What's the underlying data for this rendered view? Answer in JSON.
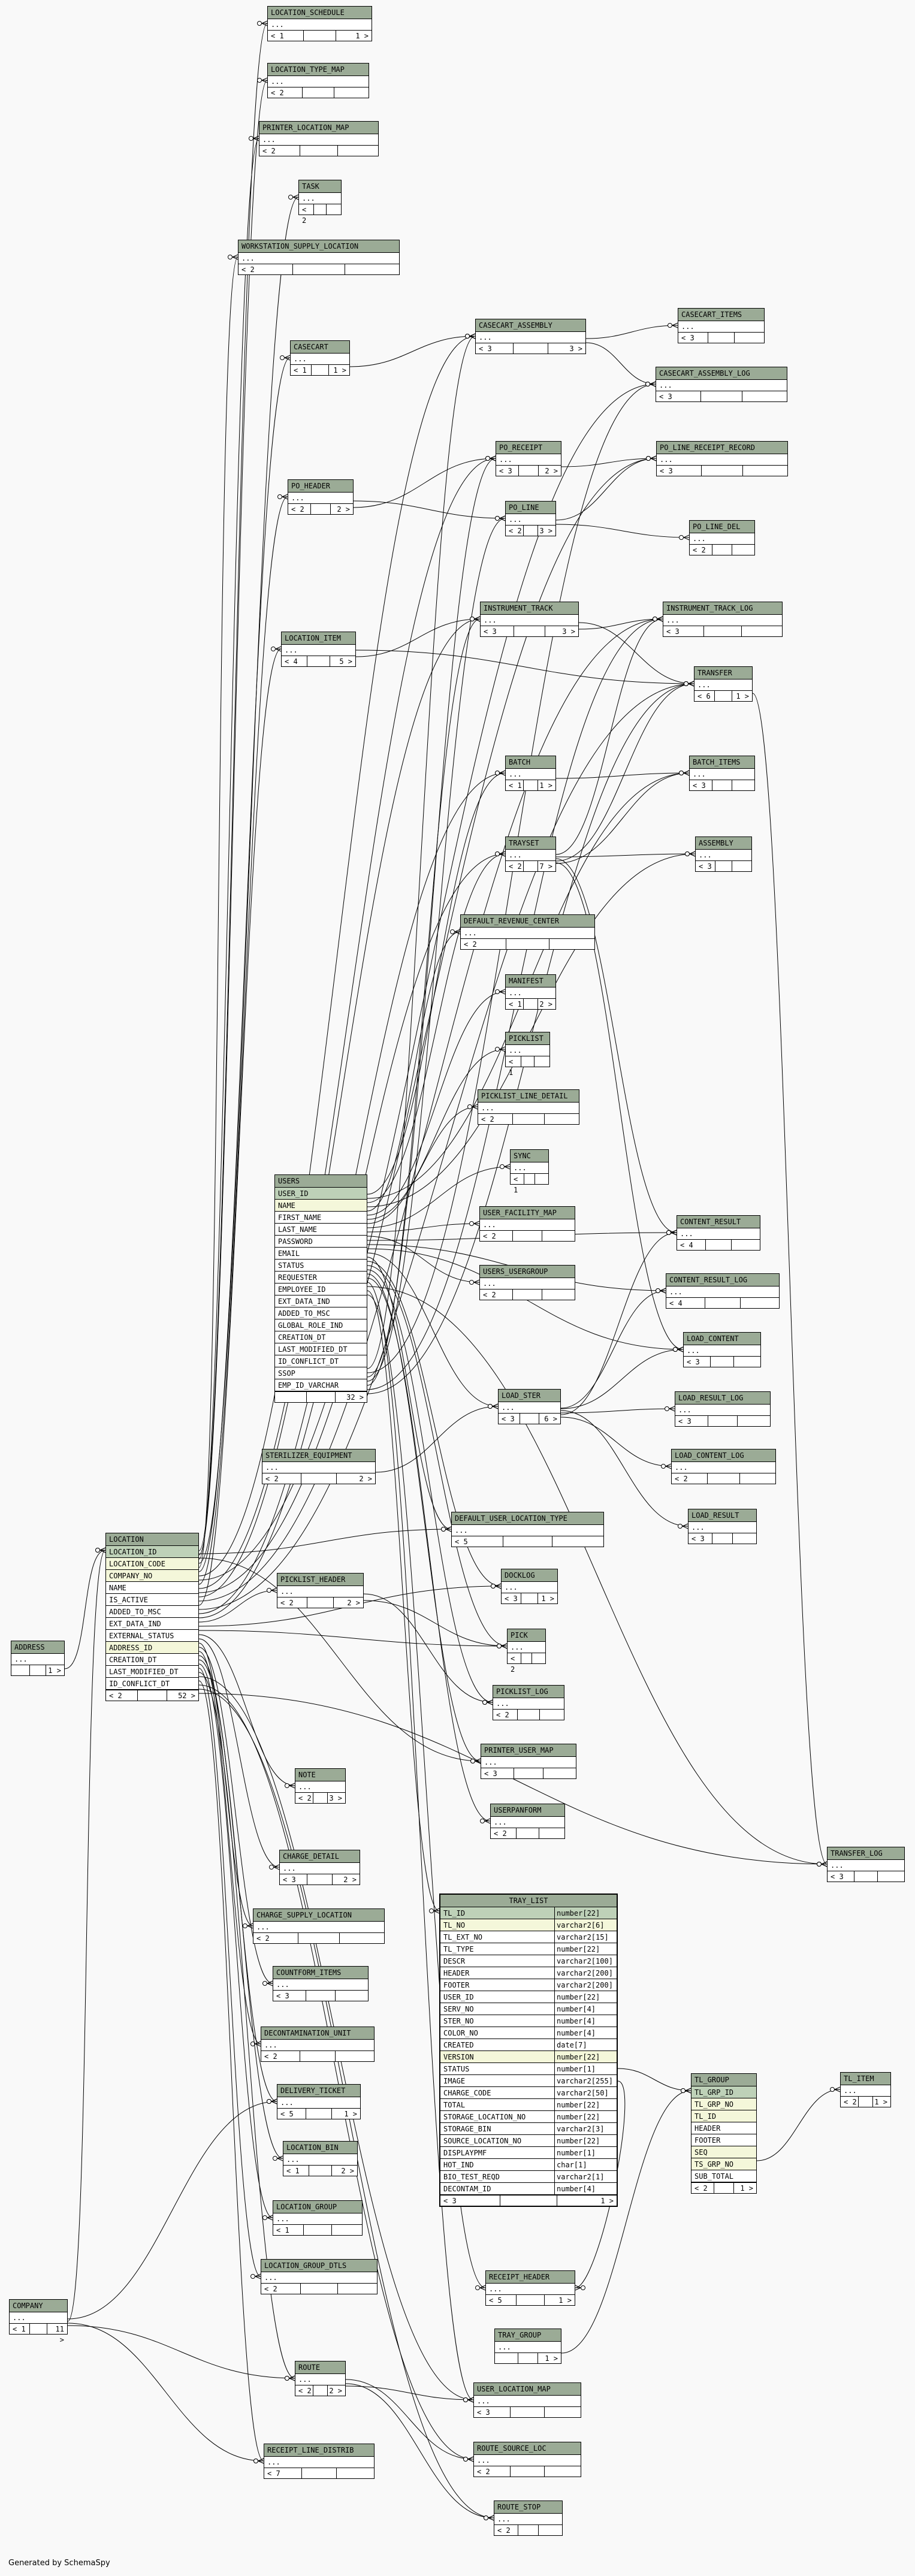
{
  "footer": "Generated by SchemaSpy",
  "colors": {
    "header": "#9bab96",
    "primary_key_row": "#bed1b8",
    "foreign_key_row": "#f4f7da",
    "background": "#f9f9f9"
  },
  "tables": [
    {
      "id": "location_schedule",
      "name": "LOCATION_SCHEDULE",
      "more": "...",
      "foot": [
        "< 1",
        "",
        "1 >"
      ]
    },
    {
      "id": "location_type_map",
      "name": "LOCATION_TYPE_MAP",
      "more": "...",
      "foot": [
        "< 2",
        "",
        ""
      ]
    },
    {
      "id": "printer_location_map",
      "name": "PRINTER_LOCATION_MAP",
      "more": "...",
      "foot": [
        "< 2",
        "",
        ""
      ]
    },
    {
      "id": "task",
      "name": "TASK",
      "more": "...",
      "foot": [
        "< 2",
        "",
        ""
      ]
    },
    {
      "id": "workstation_supply_location",
      "name": "WORKSTATION_SUPPLY_LOCATION",
      "more": "...",
      "foot": [
        "< 2",
        "",
        ""
      ]
    },
    {
      "id": "casecart_items",
      "name": "CASECART_ITEMS",
      "more": "...",
      "foot": [
        "< 3",
        "",
        ""
      ]
    },
    {
      "id": "casecart_assembly",
      "name": "CASECART_ASSEMBLY",
      "more": "...",
      "foot": [
        "< 3",
        "",
        "3 >"
      ]
    },
    {
      "id": "casecart",
      "name": "CASECART",
      "more": "...",
      "foot": [
        "< 1",
        "",
        "1 >"
      ]
    },
    {
      "id": "casecart_assembly_log",
      "name": "CASECART_ASSEMBLY_LOG",
      "more": "...",
      "foot": [
        "< 3",
        "",
        ""
      ]
    },
    {
      "id": "po_receipt",
      "name": "PO_RECEIPT",
      "more": "...",
      "foot": [
        "< 3",
        "",
        "2 >"
      ]
    },
    {
      "id": "po_line_receipt_record",
      "name": "PO_LINE_RECEIPT_RECORD",
      "more": "...",
      "foot": [
        "< 3",
        "",
        ""
      ]
    },
    {
      "id": "po_header",
      "name": "PO_HEADER",
      "more": "...",
      "foot": [
        "< 2",
        "",
        "2 >"
      ]
    },
    {
      "id": "po_line",
      "name": "PO_LINE",
      "more": "...",
      "foot": [
        "< 2",
        "",
        "3 >"
      ]
    },
    {
      "id": "po_line_del",
      "name": "PO_LINE_DEL",
      "more": "...",
      "foot": [
        "< 2",
        "",
        ""
      ]
    },
    {
      "id": "instrument_track",
      "name": "INSTRUMENT_TRACK",
      "more": "...",
      "foot": [
        "< 3",
        "",
        "3 >"
      ]
    },
    {
      "id": "instrument_track_log",
      "name": "INSTRUMENT_TRACK_LOG",
      "more": "...",
      "foot": [
        "< 3",
        "",
        ""
      ]
    },
    {
      "id": "location_item",
      "name": "LOCATION_ITEM",
      "more": "...",
      "foot": [
        "< 4",
        "",
        "5 >"
      ]
    },
    {
      "id": "transfer",
      "name": "TRANSFER",
      "more": "...",
      "foot": [
        "< 6",
        "",
        "1 >"
      ]
    },
    {
      "id": "batch",
      "name": "BATCH",
      "more": "...",
      "foot": [
        "< 1",
        "",
        "1 >"
      ]
    },
    {
      "id": "batch_items",
      "name": "BATCH_ITEMS",
      "more": "...",
      "foot": [
        "< 3",
        "",
        ""
      ]
    },
    {
      "id": "trayset",
      "name": "TRAYSET",
      "more": "...",
      "foot": [
        "< 2",
        "",
        "7 >"
      ]
    },
    {
      "id": "assembly",
      "name": "ASSEMBLY",
      "more": "...",
      "foot": [
        "< 3",
        "",
        ""
      ]
    },
    {
      "id": "default_revenue_center",
      "name": "DEFAULT_REVENUE_CENTER",
      "more": "...",
      "foot": [
        "< 2",
        "",
        ""
      ]
    },
    {
      "id": "manifest",
      "name": "MANIFEST",
      "more": "...",
      "foot": [
        "< 1",
        "",
        "2 >"
      ]
    },
    {
      "id": "picklist",
      "name": "PICKLIST",
      "more": "...",
      "foot": [
        "< 1",
        "",
        ""
      ]
    },
    {
      "id": "picklist_line_detail",
      "name": "PICKLIST_LINE_DETAIL",
      "more": "...",
      "foot": [
        "< 2",
        "",
        ""
      ]
    },
    {
      "id": "sync",
      "name": "SYNC",
      "more": "...",
      "foot": [
        "< 1",
        "",
        ""
      ]
    },
    {
      "id": "user_facility_map",
      "name": "USER_FACILITY_MAP",
      "more": "...",
      "foot": [
        "< 2",
        "",
        ""
      ]
    },
    {
      "id": "users_usergroup",
      "name": "USERS_USERGROUP",
      "more": "...",
      "foot": [
        "< 2",
        "",
        ""
      ]
    },
    {
      "id": "content_result",
      "name": "CONTENT_RESULT",
      "more": "...",
      "foot": [
        "< 4",
        "",
        ""
      ]
    },
    {
      "id": "content_result_log",
      "name": "CONTENT_RESULT_LOG",
      "more": "...",
      "foot": [
        "< 4",
        "",
        ""
      ]
    },
    {
      "id": "load_content",
      "name": "LOAD_CONTENT",
      "more": "...",
      "foot": [
        "< 3",
        "",
        ""
      ]
    },
    {
      "id": "load_ster",
      "name": "LOAD_STER",
      "more": "...",
      "foot": [
        "< 3",
        "",
        "6 >"
      ]
    },
    {
      "id": "load_result_log",
      "name": "LOAD_RESULT_LOG",
      "more": "...",
      "foot": [
        "< 3",
        "",
        ""
      ]
    },
    {
      "id": "load_content_log",
      "name": "LOAD_CONTENT_LOG",
      "more": "...",
      "foot": [
        "< 2",
        "",
        ""
      ]
    },
    {
      "id": "sterilizer_equipment",
      "name": "STERILIZER_EQUIPMENT",
      "more": "...",
      "foot": [
        "< 2",
        "",
        "2 >"
      ]
    },
    {
      "id": "load_result",
      "name": "LOAD_RESULT",
      "more": "...",
      "foot": [
        "< 3",
        "",
        ""
      ]
    },
    {
      "id": "default_user_location_type",
      "name": "DEFAULT_USER_LOCATION_TYPE",
      "more": "...",
      "foot": [
        "< 5",
        "",
        ""
      ]
    },
    {
      "id": "docklog",
      "name": "DOCKLOG",
      "more": "...",
      "foot": [
        "< 3",
        "",
        "1 >"
      ]
    },
    {
      "id": "picklist_header",
      "name": "PICKLIST_HEADER",
      "more": "...",
      "foot": [
        "< 2",
        "",
        "2 >"
      ]
    },
    {
      "id": "pick",
      "name": "PICK",
      "more": "...",
      "foot": [
        "< 2",
        "",
        ""
      ]
    },
    {
      "id": "picklist_log",
      "name": "PICKLIST_LOG",
      "more": "...",
      "foot": [
        "< 2",
        "",
        ""
      ]
    },
    {
      "id": "printer_user_map",
      "name": "PRINTER_USER_MAP",
      "more": "...",
      "foot": [
        "< 3",
        "",
        ""
      ]
    },
    {
      "id": "note",
      "name": "NOTE",
      "more": "...",
      "foot": [
        "< 2",
        "",
        "3 >"
      ]
    },
    {
      "id": "userpanform",
      "name": "USERPANFORM",
      "more": "...",
      "foot": [
        "< 2",
        "",
        ""
      ]
    },
    {
      "id": "transfer_log",
      "name": "TRANSFER_LOG",
      "more": "...",
      "foot": [
        "< 3",
        "",
        ""
      ]
    },
    {
      "id": "charge_detail",
      "name": "CHARGE_DETAIL",
      "more": "...",
      "foot": [
        "< 3",
        "",
        "2 >"
      ]
    },
    {
      "id": "charge_supply_location",
      "name": "CHARGE_SUPPLY_LOCATION",
      "more": "...",
      "foot": [
        "< 2",
        "",
        ""
      ]
    },
    {
      "id": "countform_items",
      "name": "COUNTFORM_ITEMS",
      "more": "...",
      "foot": [
        "< 3",
        "",
        ""
      ]
    },
    {
      "id": "decontamination_unit",
      "name": "DECONTAMINATION_UNIT",
      "more": "...",
      "foot": [
        "< 2",
        "",
        ""
      ]
    },
    {
      "id": "delivery_ticket",
      "name": "DELIVERY_TICKET",
      "more": "...",
      "foot": [
        "< 5",
        "",
        "1 >"
      ]
    },
    {
      "id": "tl_item",
      "name": "TL_ITEM",
      "more": "...",
      "foot": [
        "< 2",
        "",
        "1 >"
      ]
    },
    {
      "id": "location_bin",
      "name": "LOCATION_BIN",
      "more": "...",
      "foot": [
        "< 1",
        "",
        "2 >"
      ]
    },
    {
      "id": "location_group",
      "name": "LOCATION_GROUP",
      "more": "...",
      "foot": [
        "< 1",
        "",
        ""
      ]
    },
    {
      "id": "location_group_dtls",
      "name": "LOCATION_GROUP_DTLS",
      "more": "...",
      "foot": [
        "< 2",
        "",
        ""
      ]
    },
    {
      "id": "receipt_header",
      "name": "RECEIPT_HEADER",
      "more": "...",
      "foot": [
        "< 5",
        "",
        "1 >"
      ]
    },
    {
      "id": "tray_group",
      "name": "TRAY_GROUP",
      "more": "...",
      "foot": [
        "",
        "",
        "1 >"
      ]
    },
    {
      "id": "company",
      "name": "COMPANY",
      "more": "...",
      "foot": [
        "< 1",
        "",
        "11 >"
      ]
    },
    {
      "id": "route",
      "name": "ROUTE",
      "more": "...",
      "foot": [
        "< 2",
        "",
        "2 >"
      ]
    },
    {
      "id": "user_location_map",
      "name": "USER_LOCATION_MAP",
      "more": "...",
      "foot": [
        "< 3",
        "",
        ""
      ]
    },
    {
      "id": "route_source_loc",
      "name": "ROUTE_SOURCE_LOC",
      "more": "...",
      "foot": [
        "< 2",
        "",
        ""
      ]
    },
    {
      "id": "receipt_line_distrib",
      "name": "RECEIPT_LINE_DISTRIB",
      "more": "...",
      "foot": [
        "< 7",
        "",
        ""
      ]
    },
    {
      "id": "route_stop",
      "name": "ROUTE_STOP",
      "more": "...",
      "foot": [
        "< 2",
        "",
        ""
      ]
    },
    {
      "id": "address",
      "name": "ADDRESS",
      "more": "...",
      "foot": [
        "",
        "",
        "1 >"
      ]
    },
    {
      "id": "users",
      "name": "USERS",
      "columns": [
        {
          "name": "USER_ID",
          "kind": "pk"
        },
        {
          "name": "NAME",
          "kind": "fk"
        },
        {
          "name": "FIRST_NAME"
        },
        {
          "name": "LAST_NAME"
        },
        {
          "name": "PASSWORD"
        },
        {
          "name": "EMAIL"
        },
        {
          "name": "STATUS"
        },
        {
          "name": "REQUESTER"
        },
        {
          "name": "EMPLOYEE_ID"
        },
        {
          "name": "EXT_DATA_IND"
        },
        {
          "name": "ADDED_TO_MSC"
        },
        {
          "name": "GLOBAL_ROLE_IND"
        },
        {
          "name": "CREATION_DT"
        },
        {
          "name": "LAST_MODIFIED_DT"
        },
        {
          "name": "ID_CONFLICT_DT"
        },
        {
          "name": "SSOP"
        },
        {
          "name": "EMP_ID_VARCHAR"
        }
      ],
      "foot": [
        "",
        "",
        "32 >"
      ]
    },
    {
      "id": "location",
      "name": "LOCATION",
      "columns": [
        {
          "name": "LOCATION_ID",
          "kind": "pk"
        },
        {
          "name": "LOCATION_CODE",
          "kind": "fk"
        },
        {
          "name": "COMPANY_NO",
          "kind": "fk"
        },
        {
          "name": "NAME"
        },
        {
          "name": "IS_ACTIVE"
        },
        {
          "name": "ADDED_TO_MSC"
        },
        {
          "name": "EXT_DATA_IND"
        },
        {
          "name": "EXTERNAL_STATUS"
        },
        {
          "name": "ADDRESS_ID",
          "kind": "fk"
        },
        {
          "name": "CREATION_DT"
        },
        {
          "name": "LAST_MODIFIED_DT"
        },
        {
          "name": "ID_CONFLICT_DT"
        }
      ],
      "foot": [
        "< 2",
        "",
        "52 >"
      ]
    },
    {
      "id": "tl_group",
      "name": "TL_GROUP",
      "columns": [
        {
          "name": "TL_GRP_ID",
          "kind": "pk"
        },
        {
          "name": "TL_GRP_NO",
          "kind": "fk"
        },
        {
          "name": "TL_ID",
          "kind": "fk"
        },
        {
          "name": "HEADER"
        },
        {
          "name": "FOOTER"
        },
        {
          "name": "SEQ",
          "kind": "fk"
        },
        {
          "name": "TS_GRP_NO",
          "kind": "fk"
        },
        {
          "name": "SUB_TOTAL"
        }
      ],
      "foot": [
        "< 2",
        "",
        "1 >"
      ]
    },
    {
      "id": "tray_list",
      "name": "TRAY_LIST",
      "focus": true,
      "columns": [
        {
          "name": "TL_ID",
          "type": "number[22]",
          "kind": "pk"
        },
        {
          "name": "TL_NO",
          "type": "varchar2[6]",
          "kind": "fk"
        },
        {
          "name": "TL_EXT_NO",
          "type": "varchar2[15]"
        },
        {
          "name": "TL_TYPE",
          "type": "number[22]"
        },
        {
          "name": "DESCR",
          "type": "varchar2[100]"
        },
        {
          "name": "HEADER",
          "type": "varchar2[200]"
        },
        {
          "name": "FOOTER",
          "type": "varchar2[200]"
        },
        {
          "name": "USER_ID",
          "type": "number[22]"
        },
        {
          "name": "SERV_NO",
          "type": "number[4]"
        },
        {
          "name": "STER_NO",
          "type": "number[4]"
        },
        {
          "name": "COLOR_NO",
          "type": "number[4]"
        },
        {
          "name": "CREATED",
          "type": "date[7]"
        },
        {
          "name": "VERSION",
          "type": "number[22]",
          "kind": "fk"
        },
        {
          "name": "STATUS",
          "type": "number[1]"
        },
        {
          "name": "IMAGE",
          "type": "varchar2[255]"
        },
        {
          "name": "CHARGE_CODE",
          "type": "varchar2[50]"
        },
        {
          "name": "TOTAL",
          "type": "number[22]"
        },
        {
          "name": "STORAGE_LOCATION_NO",
          "type": "number[22]"
        },
        {
          "name": "STORAGE_BIN",
          "type": "varchar2[3]"
        },
        {
          "name": "SOURCE_LOCATION_NO",
          "type": "number[22]"
        },
        {
          "name": "DISPLAYPMF",
          "type": "number[1]"
        },
        {
          "name": "HOT_IND",
          "type": "char[1]"
        },
        {
          "name": "BIO_TEST_REQD",
          "type": "varchar2[1]"
        },
        {
          "name": "DECONTAM_ID",
          "type": "number[4]"
        }
      ],
      "foot": [
        "< 3",
        "",
        "1 >"
      ]
    }
  ]
}
